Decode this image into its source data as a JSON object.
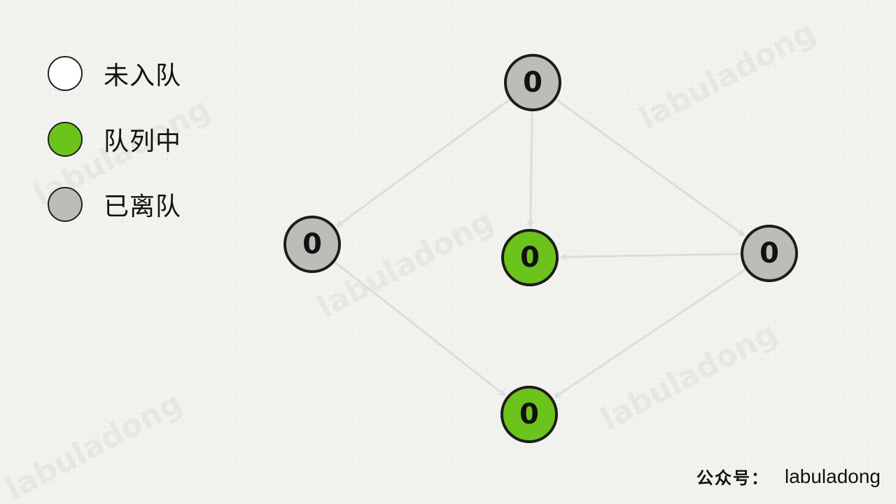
{
  "colors": {
    "not_queued": "#ffffff",
    "in_queue": "#6cc31c",
    "dequeued": "#bcbcb8",
    "node_border": "#1c1c1c",
    "edge": "#dcdcd8"
  },
  "legend": [
    {
      "label": "未入队",
      "state": "not_queued"
    },
    {
      "label": "队列中",
      "state": "in_queue"
    },
    {
      "label": "已离队",
      "state": "dequeued"
    }
  ],
  "nodes": [
    {
      "id": "n1",
      "label": "0",
      "state": "dequeued"
    },
    {
      "id": "n2",
      "label": "0",
      "state": "dequeued"
    },
    {
      "id": "n3",
      "label": "0",
      "state": "in_queue"
    },
    {
      "id": "n4",
      "label": "0",
      "state": "dequeued"
    },
    {
      "id": "n5",
      "label": "0",
      "state": "in_queue"
    }
  ],
  "edges": [
    {
      "from": "n1",
      "to": "n2"
    },
    {
      "from": "n1",
      "to": "n3"
    },
    {
      "from": "n1",
      "to": "n4"
    },
    {
      "from": "n4",
      "to": "n3"
    },
    {
      "from": "n2",
      "to": "n5"
    },
    {
      "from": "n4",
      "to": "n5"
    }
  ],
  "watermark": "labuladong",
  "footer": {
    "prefix": "公众号：",
    "text": "labuladong"
  }
}
